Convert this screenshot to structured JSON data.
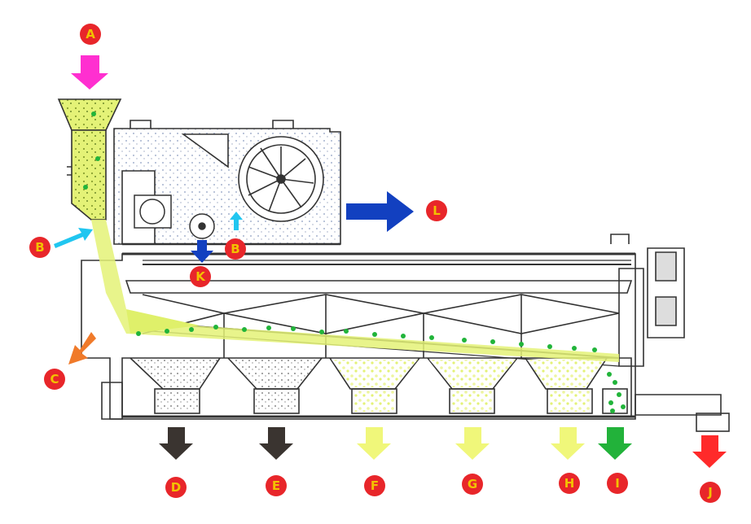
{
  "labels": {
    "A": "A",
    "B_left": "B",
    "B_right": "B",
    "C": "C",
    "D": "D",
    "E": "E",
    "F": "F",
    "G": "G",
    "H": "H",
    "I": "I",
    "J": "J",
    "K": "K",
    "L": "L"
  },
  "colors": {
    "label_badge": "#e8262a",
    "label_text": "#f2c200",
    "inlet_arrow": "#ff2fd0",
    "air_arrow": "#21c6f0",
    "air_exhaust_arrow": "#1240c0",
    "light_reject_arrow": "#f07a2a",
    "dust_arrow": "#3a3430",
    "small_seed_arrow": "#f0f77a",
    "good_seed_arrow": "#22b23a",
    "large_reject_arrow": "#ff2a2a",
    "seed_flow": "#e4f277",
    "green_seed": "#21b43a",
    "machine_line": "#333333"
  },
  "icons": {
    "fan": "centrifugal-fan-icon",
    "motor": "motor-icon",
    "rotary_valve": "rotary-valve-icon"
  }
}
